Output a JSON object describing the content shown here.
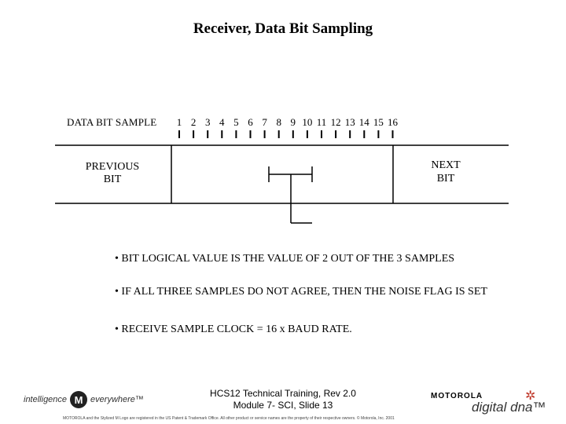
{
  "title": "Receiver, Data Bit Sampling",
  "diagram": {
    "sample_label": "DATA BIT SAMPLE",
    "sample_numbers": [
      "1",
      "2",
      "3",
      "4",
      "5",
      "6",
      "7",
      "8",
      "9",
      "10",
      "11",
      "12",
      "13",
      "14",
      "15",
      "16"
    ],
    "previous_label_line1": "PREVIOUS",
    "previous_label_line2": "BIT",
    "next_label_line1": "NEXT",
    "next_label_line2": "BIT"
  },
  "bullets": [
    "• BIT LOGICAL VALUE IS THE VALUE OF 2 OUT OF THE 3 SAMPLES",
    "• IF ALL THREE SAMPLES DO NOT AGREE, THEN THE NOISE FLAG IS SET",
    "•  RECEIVE SAMPLE CLOCK = 16 x BAUD RATE."
  ],
  "footer": {
    "line1": "HCS12 Technical Training,  Rev 2.0",
    "line2": "Module 7- SCI, Slide 13",
    "legal": "MOTOROLA and the Stylized M Logo are registered in the US Patent & Trademark Office. All other product or service names are the property of their respective owners. © Motorola, Inc. 2001",
    "logo_left_text1": "intelligence",
    "logo_left_text2": "everywhere™",
    "logo_left_glyph": "M",
    "logo_right_top": "MOTOROLA",
    "logo_right_bottom": "digital dna™",
    "dna_icon": "✲"
  }
}
